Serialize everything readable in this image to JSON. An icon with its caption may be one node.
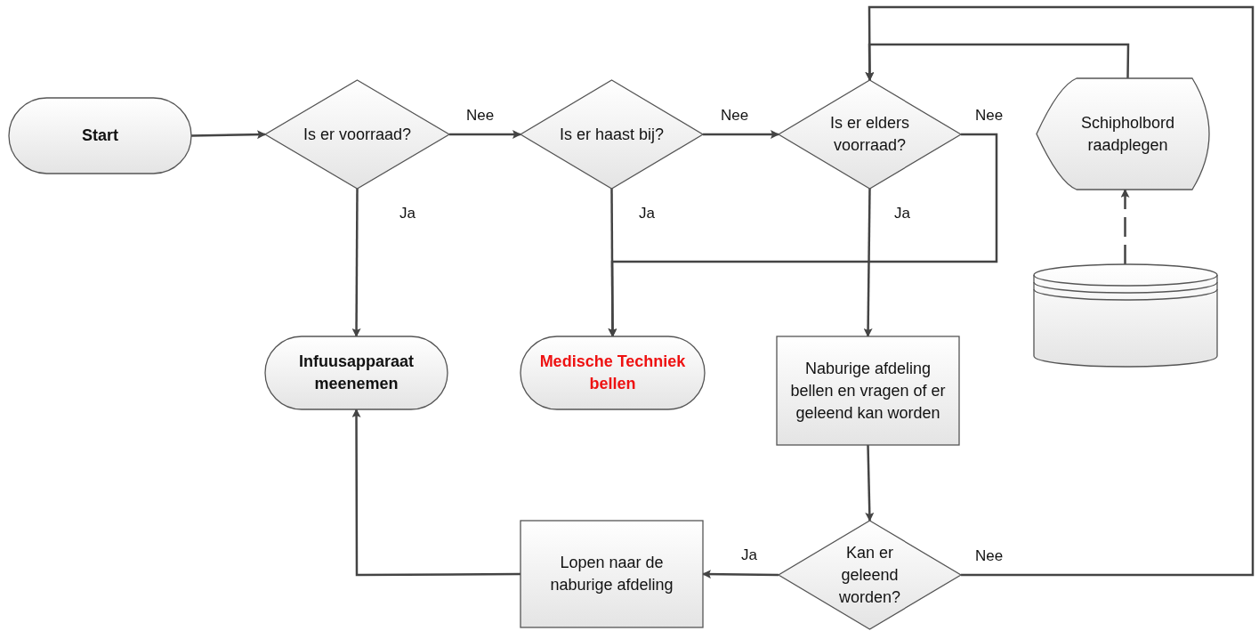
{
  "diagram": {
    "nodes": [
      {
        "text": [
          "Start"
        ]
      },
      {
        "text": [
          "Is er voorraad?"
        ]
      },
      {
        "text": [
          "Is er haast bij?"
        ]
      },
      {
        "text": [
          "Is er elders voorraad?"
        ]
      },
      {
        "text": [
          "Schipholbord raadplegen"
        ]
      },
      {
        "text": [],
        "shape": "cylinder"
      },
      {
        "text": [
          "Infuusapparaat meenemen"
        ]
      },
      {
        "text": [
          "Medische Techniek bellen"
        ]
      },
      {
        "text": [
          "Naburige afdeling bellen en vragen of er geleend kan worden"
        ]
      },
      {
        "text": [
          "Kan er geleend worden?"
        ]
      },
      {
        "text": [
          "Lopen naar de naburige afdeling"
        ]
      }
    ],
    "edges": [
      {
        "from": 0,
        "to": 1,
        "arrow": "to"
      },
      {
        "from": 1,
        "to": 2,
        "arrow": "to",
        "label": "Nee"
      },
      {
        "from": 2,
        "to": 3,
        "arrow": "to",
        "label": "Nee"
      },
      {
        "from": 1,
        "to": 6,
        "arrow": "to",
        "label": "Ja"
      },
      {
        "from": 2,
        "to": 7,
        "arrow": "to",
        "label": "Ja"
      },
      {
        "from": 3,
        "to": 8,
        "arrow": "to",
        "label": "Ja"
      },
      {
        "from": 3,
        "to": 7,
        "arrow": "to",
        "label": "Nee"
      },
      {
        "from": 5,
        "to": 4,
        "arrow": "to",
        "style": "dashed"
      },
      {
        "from": 4,
        "to": 3,
        "arrow": "to"
      },
      {
        "from": 8,
        "to": 9,
        "arrow": "to"
      },
      {
        "from": 9,
        "to": 10,
        "arrow": "to",
        "label": "Ja"
      },
      {
        "from": 10,
        "to": 6,
        "arrow": "to"
      },
      {
        "from": 9,
        "to": 3,
        "arrow": "to",
        "label": "Nee"
      }
    ]
  }
}
